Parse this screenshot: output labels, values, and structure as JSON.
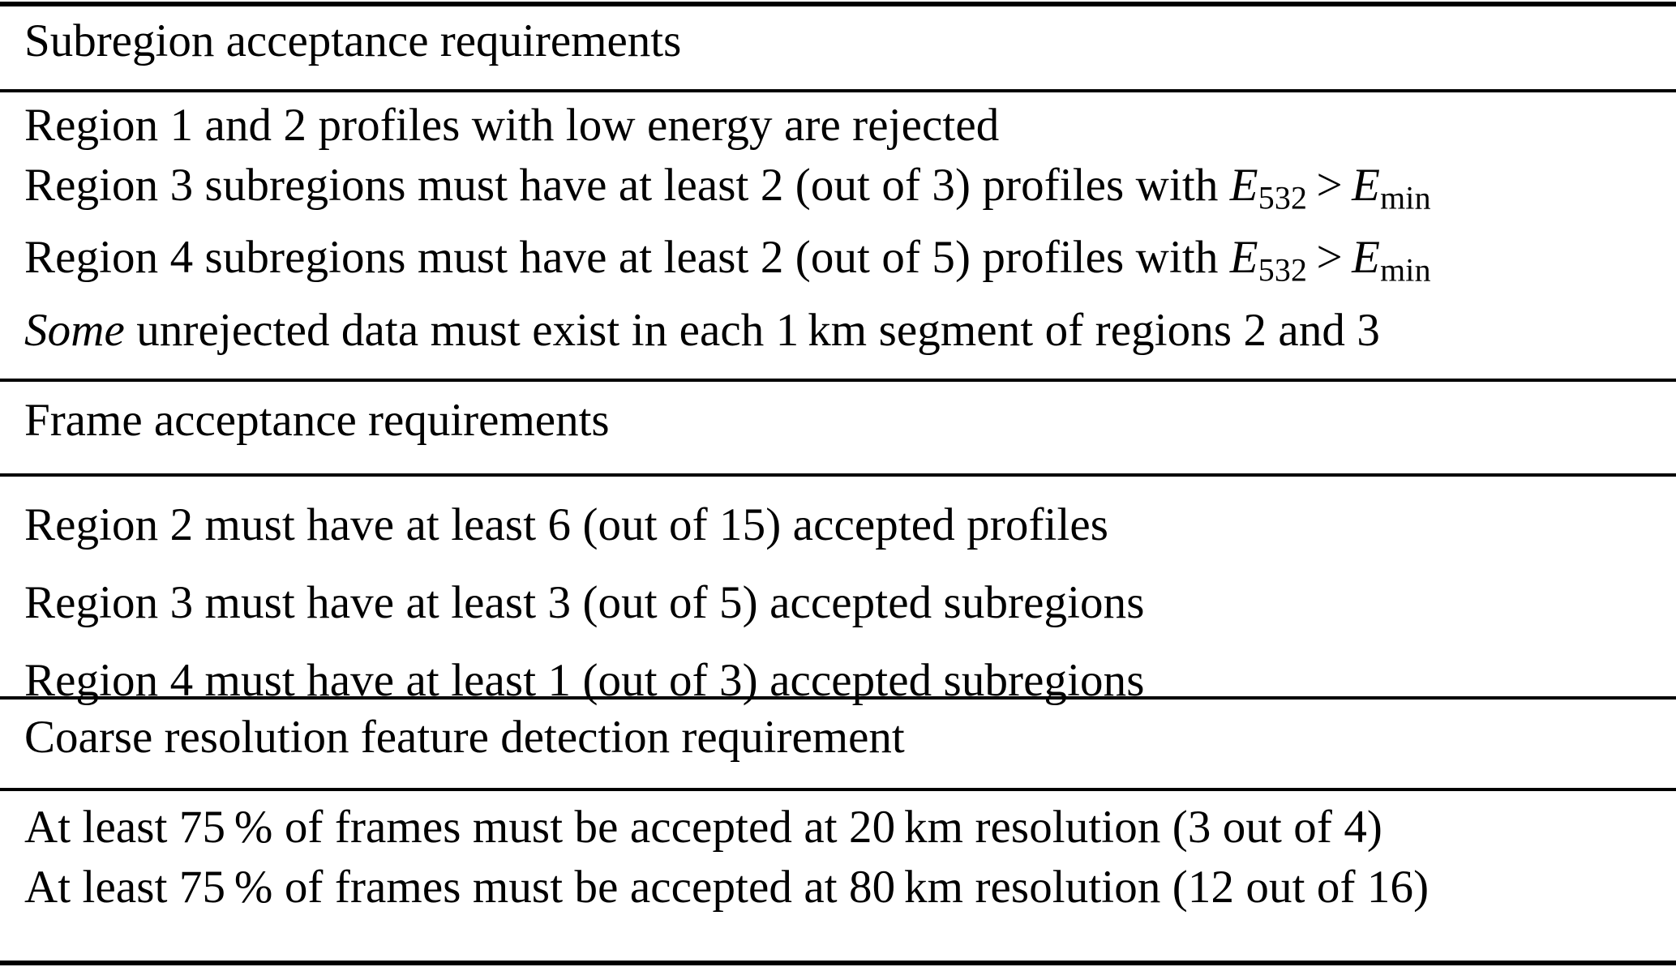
{
  "table": {
    "sections": [
      {
        "id": "subregion",
        "heading": "Subregion acceptance requirements",
        "rows": [
          {
            "id": "region-1-2-low-energy",
            "text": "Region 1 and 2 profiles with low energy are rejected"
          },
          {
            "id": "region-3-subregions",
            "prefix": "Region 3 subregions must have at least 2 (out of 3) profiles with ",
            "math": {
              "lhs_var": "E",
              "lhs_sub": "532",
              "rel": ">",
              "rhs_var": "E",
              "rhs_sub": "min"
            },
            "suffix": ""
          },
          {
            "id": "region-4-subregions",
            "prefix": "Region 4 subregions must have at least 2 (out of 5) profiles with ",
            "math": {
              "lhs_var": "E",
              "lhs_sub": "532",
              "rel": ">",
              "rhs_var": "E",
              "rhs_sub": "min"
            },
            "suffix": ""
          },
          {
            "id": "some-unrejected-data",
            "emphasis": "Some",
            "text": " unrejected data must exist in each 1",
            "unit": "km",
            "text2": " segment of regions 2 and 3"
          }
        ]
      },
      {
        "id": "frame",
        "heading": "Frame acceptance requirements",
        "rows": [
          {
            "id": "frame-region-2",
            "text": "Region 2 must have at least 6 (out of 15) accepted profiles"
          },
          {
            "id": "frame-region-3",
            "text": "Region 3 must have at least 3 (out of 5) accepted subregions"
          },
          {
            "id": "frame-region-4",
            "text": "Region 4 must have at least 1 (out of 3) accepted subregions"
          }
        ]
      },
      {
        "id": "coarse",
        "heading": "Coarse resolution feature detection requirement",
        "rows": [
          {
            "id": "coarse-20km",
            "prefix": "At least 75",
            "pct": "%",
            "mid": " of frames must be accepted at 20",
            "unit": "km",
            "suffix": " resolution (3 out of 4)"
          },
          {
            "id": "coarse-80km",
            "prefix": "At least 75",
            "pct": "%",
            "mid": " of frames must be accepted at 80",
            "unit": "km",
            "suffix": " resolution (12 out of 16)"
          }
        ]
      }
    ]
  }
}
